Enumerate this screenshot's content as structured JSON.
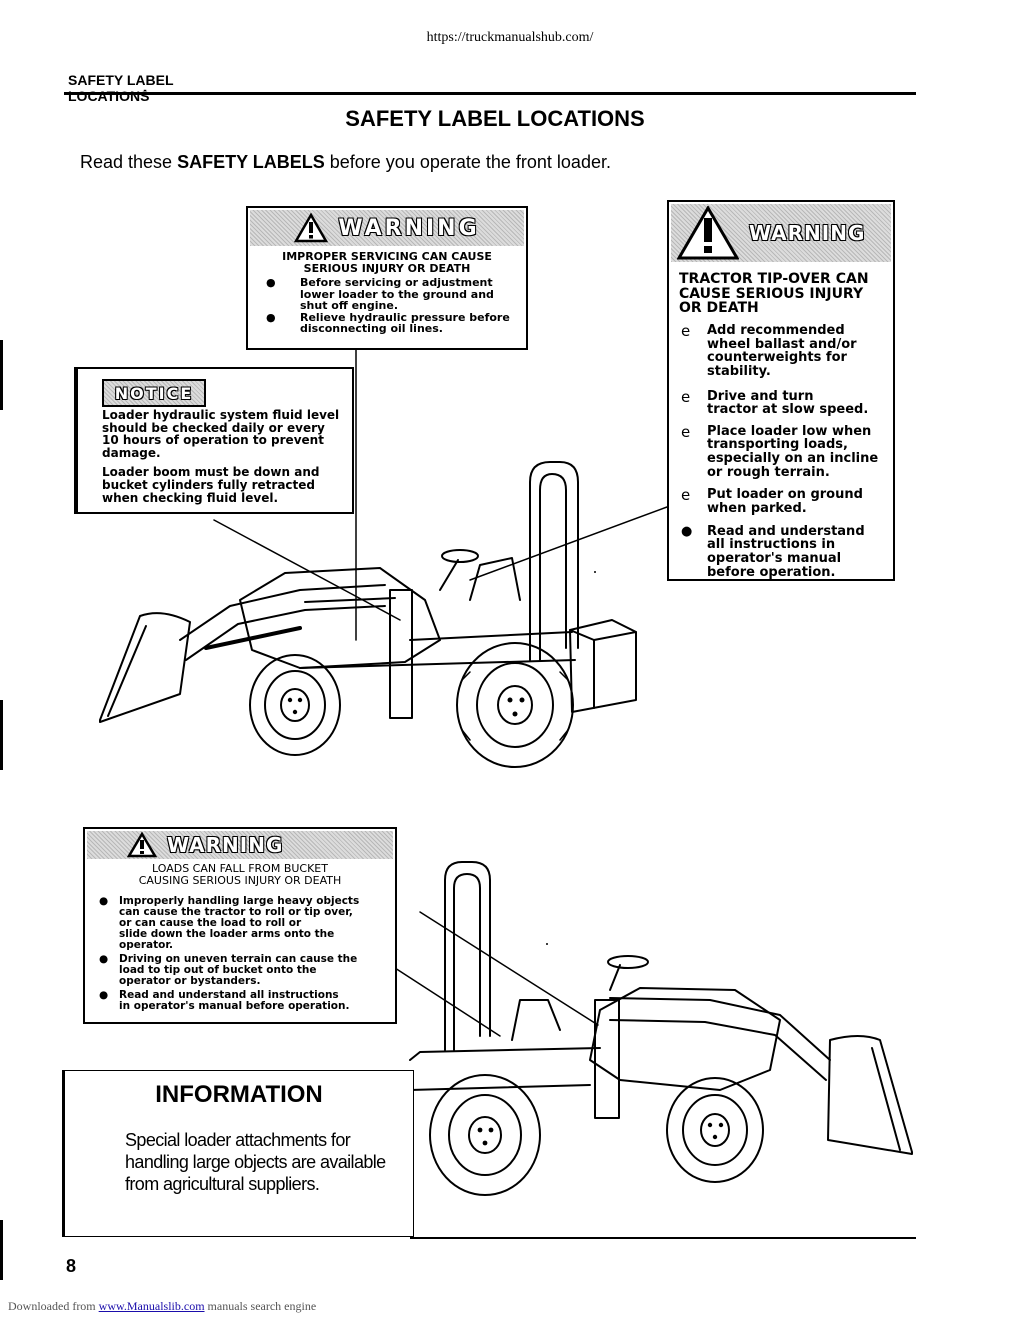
{
  "header": {
    "source_url": "https://truckmanualshub.com/",
    "section_label": "SAFETY LABEL LOCATIONS",
    "section_mark": "-",
    "title": "SAFETY LABEL LOCATIONS"
  },
  "intro": {
    "before": "Read these ",
    "bold": "SAFETY LABELS",
    "after": " before you operate the front loader."
  },
  "label_servicing": {
    "heading": "WARNING",
    "line1": "IMPROPER SERVICING CAN CAUSE",
    "line2": "SERIOUS INJURY OR DEATH",
    "bullet": "●",
    "b1_line1": "Before servicing or adjustment",
    "b1_line2": "lower loader to the ground and",
    "b1_line3": "shut off engine.",
    "b2_line1": "Relieve hydraulic pressure before",
    "b2_line2": "disconnecting oil lines."
  },
  "label_tipover": {
    "heading": "WARNING",
    "line1": "TRACTOR TIP-OVER CAN",
    "line2": "CAUSE SERIOUS INJURY",
    "line3": "OR DEATH",
    "marker_e": "e",
    "marker_dot": "●",
    "i1_line1": "Add recommended",
    "i1_line2": "wheel ballast and/or",
    "i1_line3": "counterweights for",
    "i1_line4": "stability.",
    "i2_line1": "Drive and turn",
    "i2_line2": "tractor at slow speed.",
    "i3_line1": "Place loader low when",
    "i3_line2": "transporting loads,",
    "i3_line3": "especially on an incline",
    "i3_line4": "or rough terrain.",
    "i4_line1": "Put loader on ground",
    "i4_line2": "when parked.",
    "i5_line1": "Read and understand",
    "i5_line2": "all instructions in",
    "i5_line3": "operator's manual",
    "i5_line4": "before operation."
  },
  "label_notice": {
    "heading": "NOTICE",
    "p1_line1": "Loader hydraulic system fluid level",
    "p1_line2": "should be checked daily or every",
    "p1_line3": "10 hours of operation to prevent",
    "p1_line4": "damage.",
    "p2_line1": "Loader boom must be down and",
    "p2_line2": "bucket cylinders fully retracted",
    "p2_line3": "when checking fluid level."
  },
  "label_loads": {
    "heading": "WARNING",
    "line1": "LOADS CAN FALL FROM BUCKET",
    "line2": "CAUSING SERIOUS INJURY OR DEATH",
    "bullet": "●",
    "b1_line1": "Improperly handling large heavy objects",
    "b1_line2": "can cause the tractor to roll or tip over,",
    "b1_line3": "or can cause the load to roll or",
    "b1_line4": "slide down the loader arms onto the",
    "b1_line5": "operator.",
    "b2_line1": "Driving on uneven terrain can cause the",
    "b2_line2": "load to tip out of bucket onto the",
    "b2_line3": "operator or bystanders.",
    "b3_line1": "Read and understand all instructions",
    "b3_line2": "in operator's manual before operation."
  },
  "information": {
    "title": "INFORMATION",
    "body": "Special loader attachments for handling large objects are available from agricultural suppliers."
  },
  "page_number": "8",
  "footer": {
    "before": "Downloaded from ",
    "link": "www.Manualslib.com",
    "after": " manuals search engine"
  }
}
